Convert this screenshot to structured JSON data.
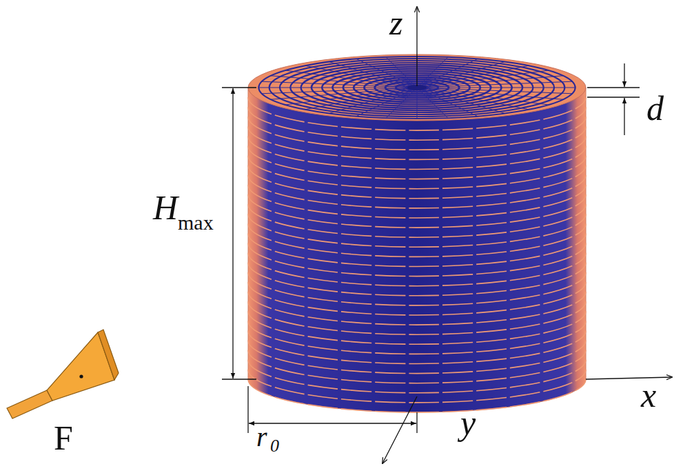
{
  "diagram": {
    "labels": [
      "z",
      "d",
      "H",
      "max",
      "x",
      "r",
      "0",
      "y",
      "F"
    ]
  }
}
